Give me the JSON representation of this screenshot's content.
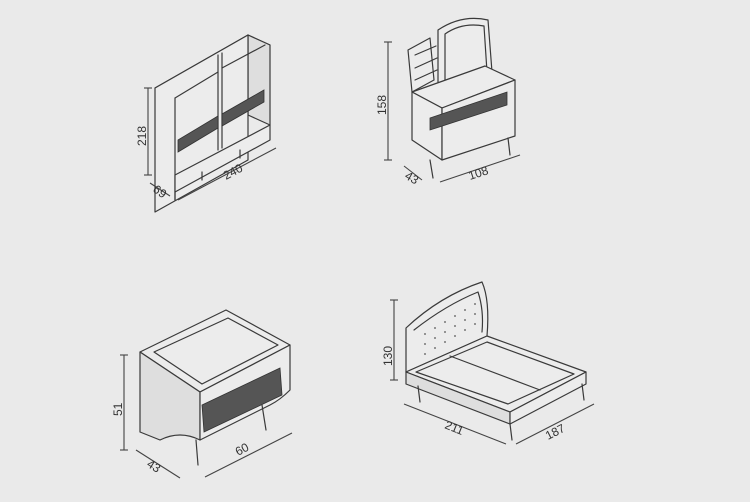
{
  "furniture": {
    "wardrobe": {
      "height": "218",
      "width": "240",
      "depth": "69"
    },
    "dresser": {
      "height": "158",
      "width": "108",
      "depth": "43"
    },
    "nightstand": {
      "height": "51",
      "width": "60",
      "depth": "43"
    },
    "bed": {
      "height": "130",
      "length": "211",
      "width": "187"
    }
  },
  "colors": {
    "background": "#eaeaea",
    "outline": "#3a3a3a",
    "pattern": "#555555"
  }
}
